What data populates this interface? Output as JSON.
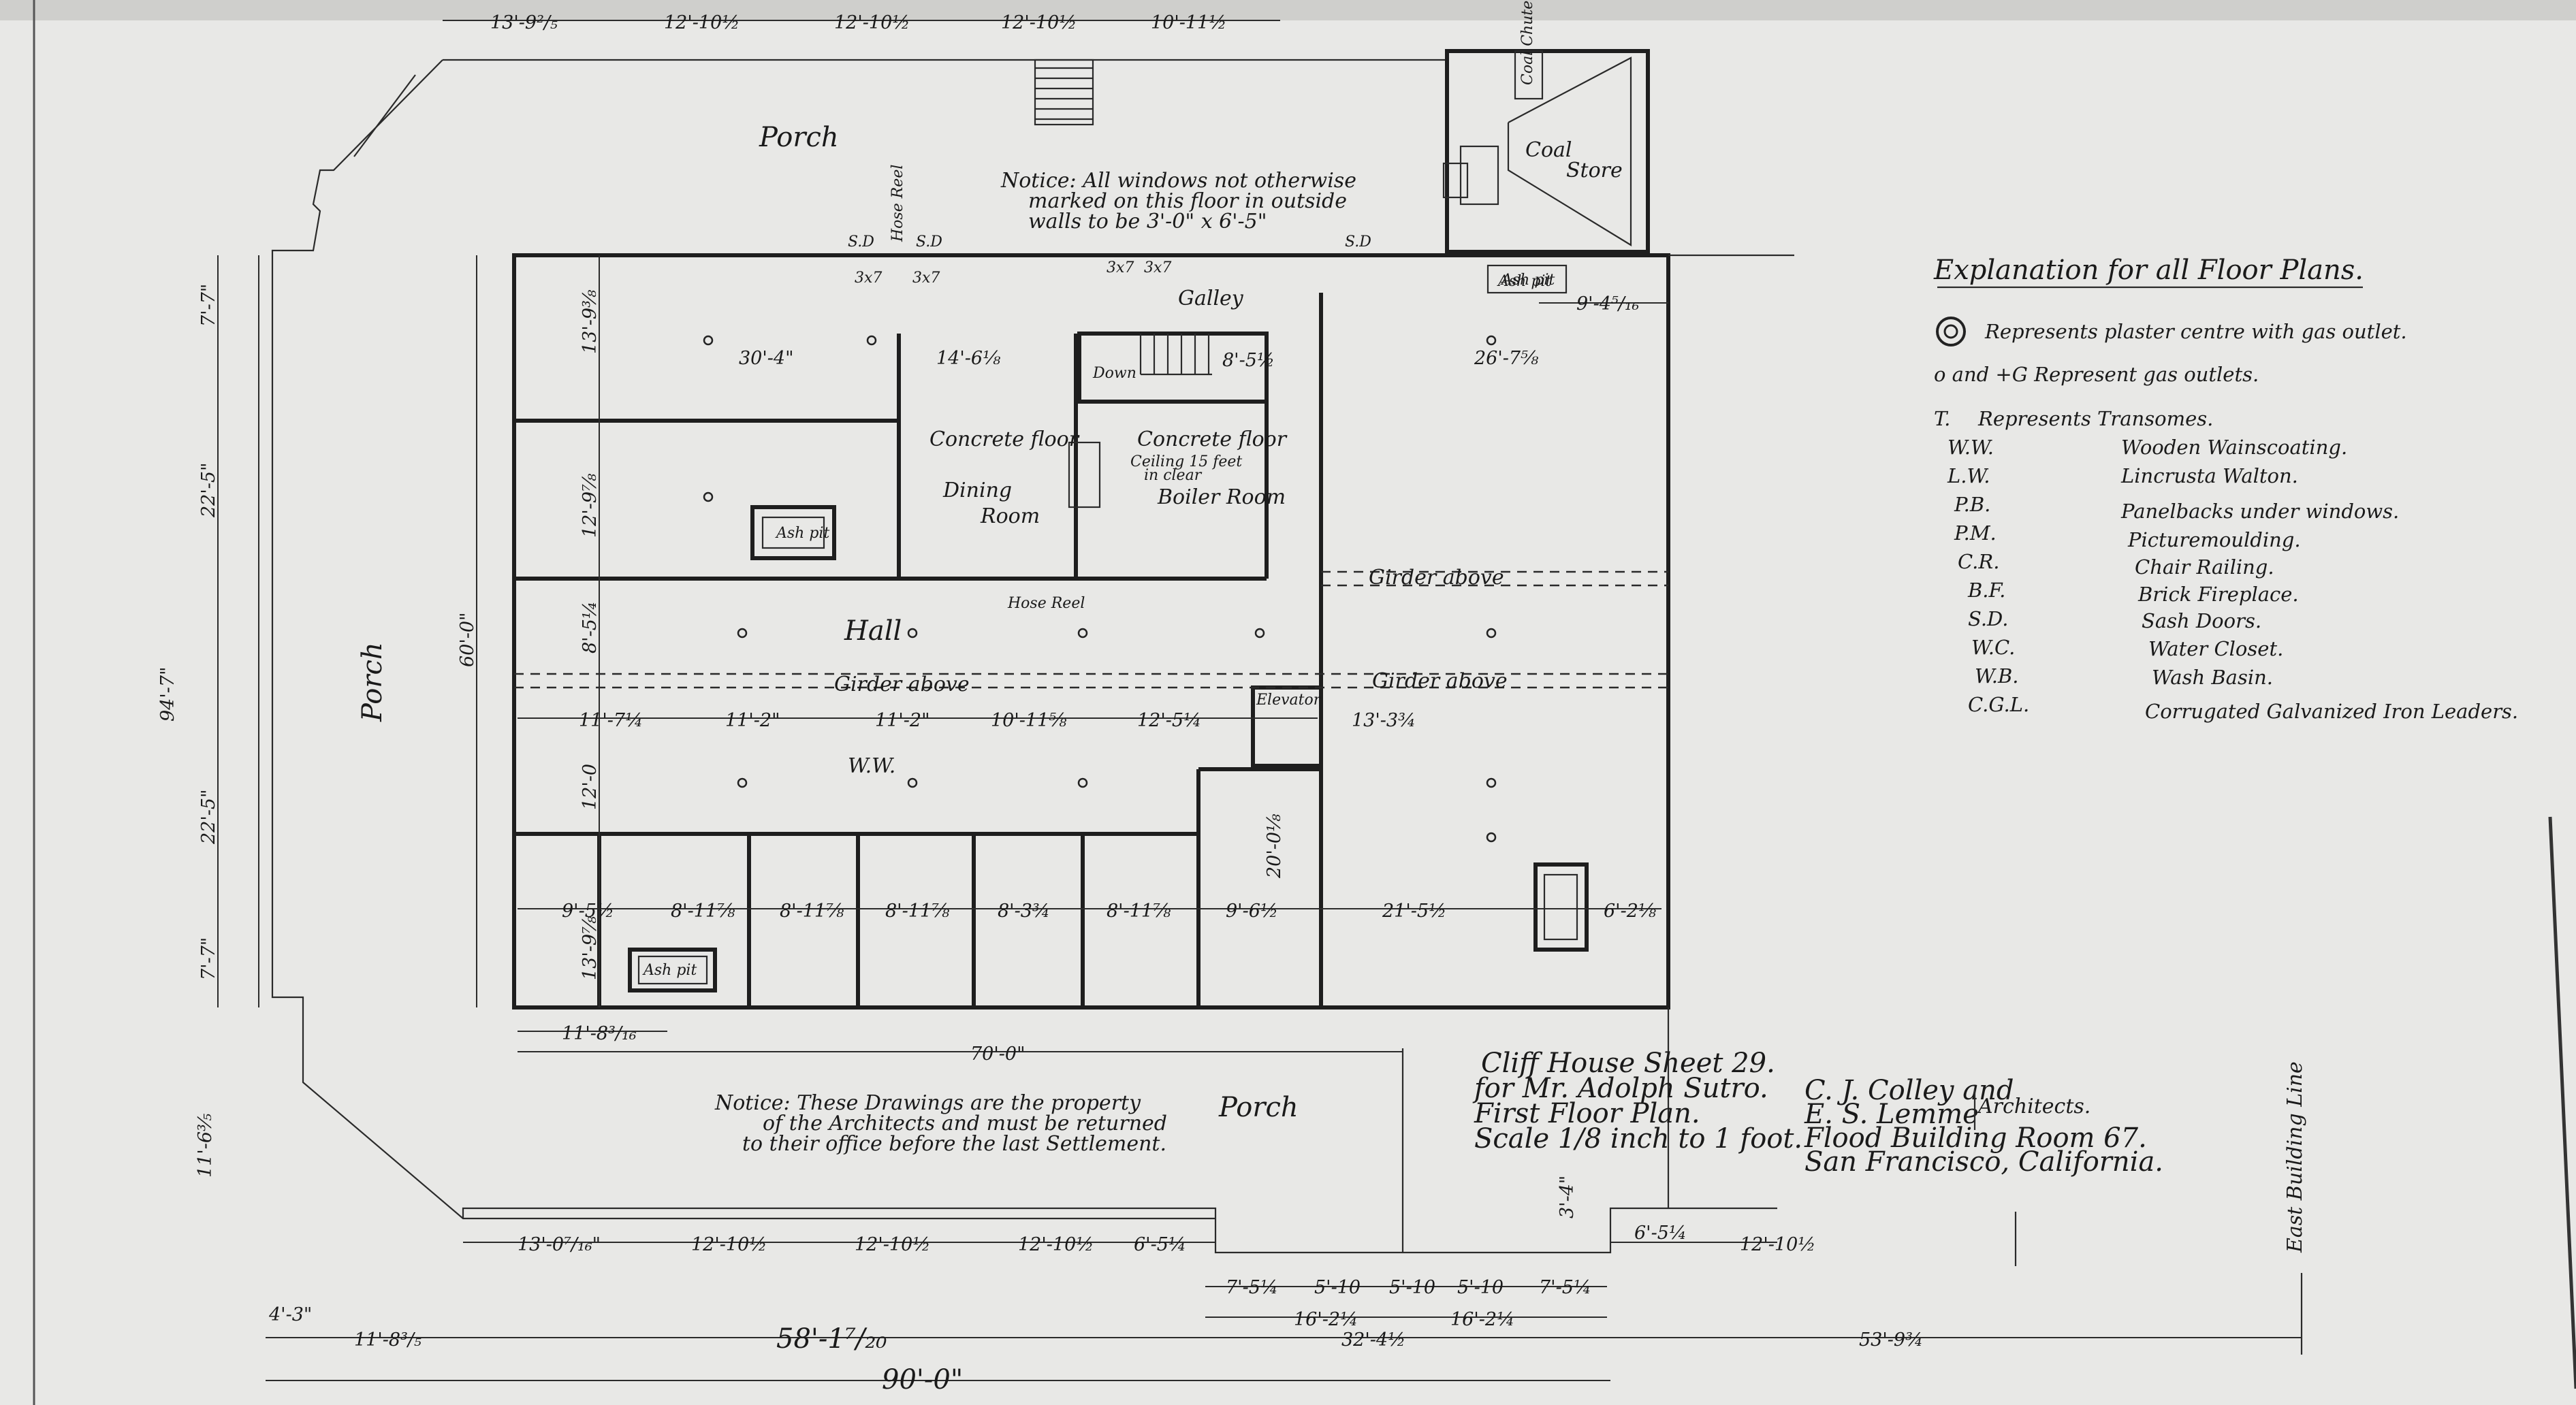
{
  "top_dims": [
    "13'-9²/₅",
    "12'-10½",
    "12'-10½",
    "12'-10½",
    "10'-11½"
  ],
  "porch_top": "Porch",
  "porch_left": "Porch",
  "porch_bottom": "Porch",
  "notice_windows": [
    "Notice: All windows not otherwise",
    "marked on this floor in outside",
    "walls to be 3'-0\" x 6'-5\""
  ],
  "coal_chute": "Coal Chute",
  "coal_store": [
    "Coal",
    "Store"
  ],
  "ash_pit": "Ash pit",
  "sd": "S.D",
  "door_size": "3x7",
  "galley": "Galley",
  "hose_reel": "Hose Reel",
  "room_dims_top": [
    "30'-4\"",
    "14'-6⅛",
    "8'-5½",
    "26'-7⅝"
  ],
  "rooms": {
    "concrete_floor_1": "Concrete floor",
    "dining_room": [
      "Dining",
      "Room"
    ],
    "concrete_floor_2": "Concrete floor",
    "ceiling_note": [
      "Ceiling 15 feet",
      "in clear"
    ],
    "boiler_room": "Boiler Room",
    "down": "Down",
    "hall": "Hall",
    "ww": "W.W.",
    "girder_above": "Girder above",
    "elevator": "Elevator"
  },
  "hall_dims": [
    "11'-7¼",
    "11'-2\"",
    "11'-2\"",
    "10'-11⅝",
    "12'-5¼",
    "13'-3¾"
  ],
  "bottom_room_dims": [
    "9'-5½",
    "8'-11⅞",
    "8'-11⅞",
    "8'-11⅞",
    "8'-3¾",
    "8'-11⅞",
    "9'-6½",
    "21'-5½",
    "6'-2⅛"
  ],
  "vert_dims_left": [
    "7'-7\"",
    "22'-5\"",
    "94'-7\"",
    "22'-5\"",
    "7'-7\"",
    "11'-6⅗"
  ],
  "vert_dims_inner": [
    "13'-9⅜",
    "12'-9⅞",
    "8'-5¼",
    "12'-0",
    "13'-9⅞",
    "60'-0\""
  ],
  "interior_dim": "20'-0⅛",
  "dim_70": "70'-0\"",
  "dim_11_8": "11'-8³/₁₆",
  "dim_9_4": "9'-4⁵/₁₆",
  "bottom_dims": [
    "13'-0⁷/₁₆\"",
    "12'-10½",
    "12'-10½",
    "12'-10½",
    "6'-5¼",
    "6'-5¼",
    "12'-10½"
  ],
  "bay_dims": [
    "7'-5¼",
    "5'-10",
    "5'-10",
    "5'-10",
    "7'-5¼",
    "16'-2¼",
    "16'-2¼",
    "3'-4\""
  ],
  "overall_dims": [
    "11'-8³/₅",
    "58'-1⁷/₂₀",
    "32'-4½",
    "53'-9¾",
    "90'-0\"",
    "4'-3\""
  ],
  "notice_drawings": [
    "Notice: These Drawings are the property",
    "of the Architects and must be returned",
    "to their office before the last Settlement."
  ],
  "title_block": [
    "Cliff House Sheet 29.",
    "for Mr. Adolph Sutro.",
    "First Floor Plan.",
    "Scale 1/8 inch to 1 foot."
  ],
  "architects": [
    "C. J. Colley and",
    "E. S. Lemme",
    "Architects.",
    "Flood Building Room 67.",
    "San Francisco, California."
  ],
  "building_line": "East Building Line",
  "legend": {
    "title": "Explanation for all Floor Plans.",
    "plaster": "Represents plaster centre with gas outlet.",
    "gas": "o and +G Represent gas outlets.",
    "rows": [
      {
        "abbr": "T.",
        "text": "Represents Transomes."
      },
      {
        "abbr": "W.W.",
        "text": "Wooden Wainscoating."
      },
      {
        "abbr": "L.W.",
        "text": "Lincrusta Walton."
      },
      {
        "abbr": "P.B.",
        "text": "Panelbacks under windows."
      },
      {
        "abbr": "P.M.",
        "text": "Picturemoulding."
      },
      {
        "abbr": "C.R.",
        "text": "Chair Railing."
      },
      {
        "abbr": "B.F.",
        "text": "Brick Fireplace."
      },
      {
        "abbr": "S.D.",
        "text": "Sash Doors."
      },
      {
        "abbr": "W.C.",
        "text": "Water Closet."
      },
      {
        "abbr": "W.B.",
        "text": "Wash Basin."
      },
      {
        "abbr": "C.G.L.",
        "text": "Corrugated Galvanized Iron Leaders."
      }
    ]
  }
}
